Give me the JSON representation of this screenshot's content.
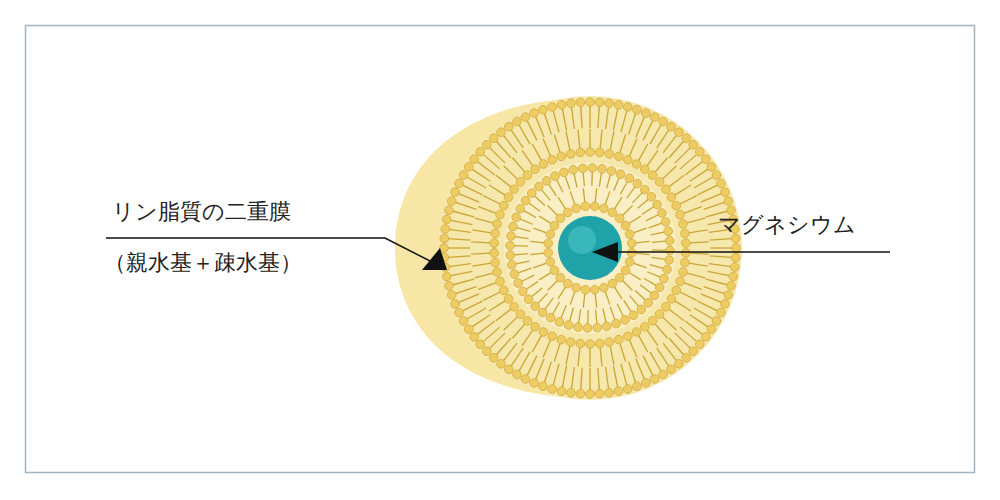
{
  "diagram": {
    "labels": [
      "リン脂質の二重膜",
      "（親水基＋疎水基）",
      "マグネシウム"
    ]
  }
}
